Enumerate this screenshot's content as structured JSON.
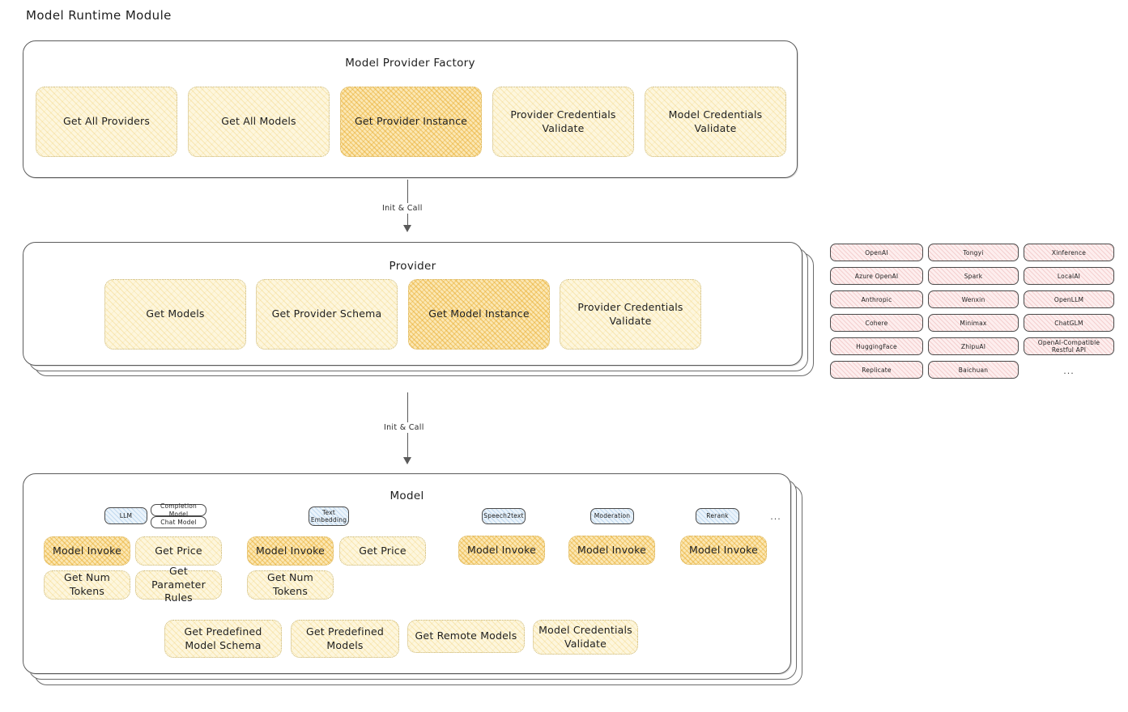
{
  "page": {
    "title": "Model Runtime Module"
  },
  "factory": {
    "title": "Model Provider Factory",
    "methods": [
      {
        "label": "Get All Providers",
        "emphasis": "light"
      },
      {
        "label": "Get All Models",
        "emphasis": "light"
      },
      {
        "label": "Get Provider Instance",
        "emphasis": "strong"
      },
      {
        "label": "Provider Credentials Validate",
        "emphasis": "light"
      },
      {
        "label": "Model Credentials Validate",
        "emphasis": "light"
      }
    ]
  },
  "arrow1": {
    "label": "Init & Call"
  },
  "provider": {
    "title": "Provider",
    "methods": [
      {
        "label": "Get Models",
        "emphasis": "light"
      },
      {
        "label": "Get Provider Schema",
        "emphasis": "light"
      },
      {
        "label": "Get Model Instance",
        "emphasis": "strong"
      },
      {
        "label": "Provider Credentials Validate",
        "emphasis": "light"
      }
    ]
  },
  "provider_list": {
    "columns": [
      [
        "OpenAI",
        "Azure OpenAI",
        "Anthropic",
        "Cohere",
        "HuggingFace",
        "Replicate"
      ],
      [
        "Tongyi",
        "Spark",
        "Wenxin",
        "Minimax",
        "ZhipuAI",
        "Baichuan"
      ],
      [
        "Xinference",
        "LocalAI",
        "OpenLLM",
        "ChatGLM",
        "OpenAI-Compatible Restful API"
      ]
    ],
    "more": "..."
  },
  "arrow2": {
    "label": "Init & Call"
  },
  "model": {
    "title": "Model",
    "more_badge": "...",
    "types": [
      {
        "badge": "LLM",
        "sub_badges": [
          "Completion Model",
          "Chat Model"
        ],
        "methods": [
          {
            "label": "Model Invoke",
            "emphasis": "strong"
          },
          {
            "label": "Get Price",
            "emphasis": "light"
          },
          {
            "label": "Get Num Tokens",
            "emphasis": "light"
          },
          {
            "label": "Get Parameter Rules",
            "emphasis": "light"
          }
        ]
      },
      {
        "badge": "Text Embedding",
        "sub_badges": [],
        "methods": [
          {
            "label": "Model Invoke",
            "emphasis": "strong"
          },
          {
            "label": "Get Price",
            "emphasis": "light"
          },
          {
            "label": "Get Num Tokens",
            "emphasis": "light"
          }
        ]
      },
      {
        "badge": "Speech2text",
        "sub_badges": [],
        "methods": [
          {
            "label": "Model Invoke",
            "emphasis": "strong"
          }
        ]
      },
      {
        "badge": "Moderation",
        "sub_badges": [],
        "methods": [
          {
            "label": "Model Invoke",
            "emphasis": "strong"
          }
        ]
      },
      {
        "badge": "Rerank",
        "sub_badges": [],
        "methods": [
          {
            "label": "Model Invoke",
            "emphasis": "strong"
          }
        ]
      }
    ],
    "common_methods": [
      {
        "label": "Get Predefined Model Schema"
      },
      {
        "label": "Get Predefined Models"
      },
      {
        "label": "Get Remote Models"
      },
      {
        "label": "Model Credentials Validate"
      }
    ]
  },
  "colors": {
    "accent_strong": "#fbe7b3",
    "accent_light": "#fdf6dd",
    "badge_blue": "#eaf3fb",
    "pill_pink": "#fdeeee",
    "stroke": "#5c5c5c"
  }
}
